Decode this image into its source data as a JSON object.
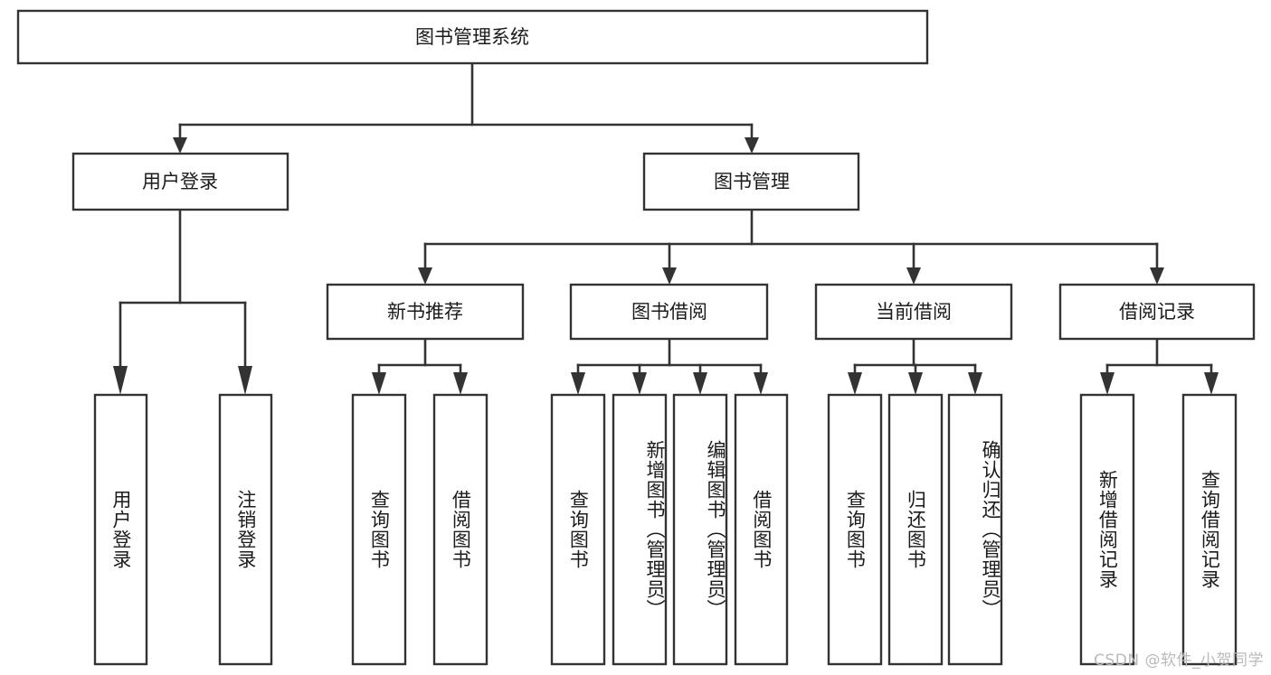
{
  "diagram": {
    "title": "图书管理系统",
    "type": "tree",
    "watermark": "CSDN @软件_小贺同学",
    "colors": {
      "box_fill": "#ffffff",
      "box_stroke": "#333333",
      "text": "#1b1b1b",
      "watermark": "#b9b9b9",
      "background": "#ffffff"
    },
    "levels": {
      "root": {
        "label": "图书管理系统"
      },
      "level2": [
        {
          "id": "user-login",
          "label": "用户登录"
        },
        {
          "id": "book-management",
          "label": "图书管理"
        }
      ],
      "level3": [
        {
          "id": "new-book-recommend",
          "label": "新书推荐",
          "parent": "book-management"
        },
        {
          "id": "book-borrow",
          "label": "图书借阅",
          "parent": "book-management"
        },
        {
          "id": "current-borrow",
          "label": "当前借阅",
          "parent": "book-management"
        },
        {
          "id": "borrow-record",
          "label": "借阅记录",
          "parent": "book-management"
        }
      ],
      "leaves": [
        {
          "id": "leaf-user-login",
          "label": "用户登录",
          "parent": "user-login"
        },
        {
          "id": "leaf-user-logout",
          "label": "注销登录",
          "parent": "user-login"
        },
        {
          "id": "leaf-query-book-1",
          "label": "查询图书",
          "parent": "new-book-recommend"
        },
        {
          "id": "leaf-borrow-book-1",
          "label": "借阅图书",
          "parent": "new-book-recommend"
        },
        {
          "id": "leaf-query-book-2",
          "label": "查询图书",
          "parent": "book-borrow"
        },
        {
          "id": "leaf-add-book",
          "label": "新增图书（管理员）",
          "parent": "book-borrow"
        },
        {
          "id": "leaf-edit-book",
          "label": "编辑图书（管理员）",
          "parent": "book-borrow"
        },
        {
          "id": "leaf-borrow-book-2",
          "label": "借阅图书",
          "parent": "book-borrow"
        },
        {
          "id": "leaf-query-book-3",
          "label": "查询图书",
          "parent": "current-borrow"
        },
        {
          "id": "leaf-return-book",
          "label": "归还图书",
          "parent": "current-borrow"
        },
        {
          "id": "leaf-confirm-return",
          "label": "确认归还（管理员）",
          "parent": "current-borrow"
        },
        {
          "id": "leaf-add-record",
          "label": "新增借阅记录",
          "parent": "borrow-record"
        },
        {
          "id": "leaf-query-record",
          "label": "查询借阅记录",
          "parent": "borrow-record"
        }
      ]
    }
  }
}
